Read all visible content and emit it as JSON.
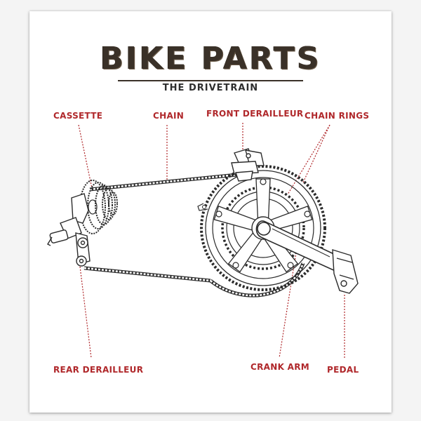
{
  "poster": {
    "title": "BIKE PARTS",
    "subtitle": "THE DRIVETRAIN"
  },
  "labels": {
    "cassette": "CASSETTE",
    "chain": "CHAIN",
    "front_derailleur": "FRONT DERAILLEUR",
    "chain_rings": "CHAIN RINGS",
    "rear_derailleur": "REAR DERAILLEUR",
    "crank_arm": "CRANK ARM",
    "pedal": "PEDAL"
  },
  "colors": {
    "label_red": "#b0282b",
    "title_brown": "#3a3128",
    "line_art": "#2b2b2b"
  },
  "icons": {
    "cassette": "cassette-icon",
    "chainring": "chainring-icon",
    "rear_derailleur": "rear-derailleur-icon",
    "front_derailleur": "front-derailleur-icon",
    "crank": "crank-arm-icon",
    "pedal": "pedal-icon"
  }
}
